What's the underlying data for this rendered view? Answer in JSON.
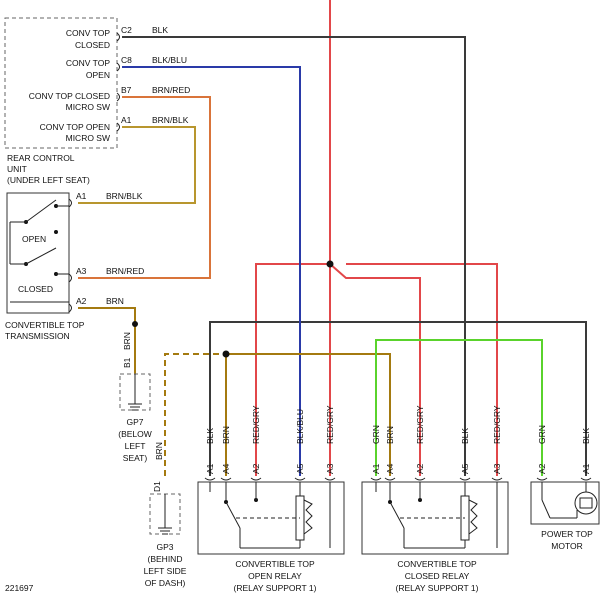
{
  "diagram_id": "221697",
  "colors": {
    "blk": "#3a3a3a",
    "blu": "#2a3aa8",
    "brn_red": "#d9743a",
    "brn_blk": "#b8962e",
    "brn": "#a47a10",
    "red_gry": "#e2474a",
    "grn": "#5ad32c"
  },
  "rear_control_unit": {
    "label_lines": [
      "REAR CONTROL",
      "UNIT",
      "(UNDER LEFT SEAT)"
    ],
    "pins": [
      {
        "name": [
          "CONV TOP",
          "CLOSED"
        ],
        "pin": "C2",
        "wire": "BLK"
      },
      {
        "name": [
          "CONV TOP",
          "OPEN"
        ],
        "pin": "C8",
        "wire": "BLK/BLU"
      },
      {
        "name": [
          "CONV TOP CLOSED",
          "MICRO SW"
        ],
        "pin": "B7",
        "wire": "BRN/RED"
      },
      {
        "name": [
          "CONV TOP OPEN",
          "MICRO SW"
        ],
        "pin": "A1",
        "wire": "BRN/BLK"
      }
    ]
  },
  "transmission": {
    "label_lines": [
      "CONVERTIBLE TOP",
      "TRANSMISSION"
    ],
    "open_label": "OPEN",
    "closed_label": "CLOSED",
    "pins": [
      {
        "pin": "A1",
        "wire": "BRN/BLK"
      },
      {
        "pin": "A3",
        "wire": "BRN/RED"
      },
      {
        "pin": "A2",
        "wire": "BRN"
      }
    ]
  },
  "gp7": {
    "pin": "B1",
    "wire_in": "BRN",
    "wire_out": "BRN",
    "label_lines": [
      "GP7",
      "(BELOW",
      "LEFT",
      "SEAT)"
    ]
  },
  "gp3": {
    "pin": "D1",
    "label_lines": [
      "GP3",
      "(BEHIND",
      "LEFT SIDE",
      "OF DASH)"
    ]
  },
  "open_relay": {
    "label_lines": [
      "CONVERTIBLE TOP",
      "OPEN RELAY",
      "(RELAY SUPPORT 1)"
    ],
    "pins": [
      {
        "pin": "A1",
        "wire": "BLK"
      },
      {
        "pin": "A4",
        "wire": "BRN"
      },
      {
        "pin": "A2",
        "wire": "RED/GRY"
      },
      {
        "pin": "A5",
        "wire": "BLK/BLU"
      },
      {
        "pin": "A3",
        "wire": "RED/GRY"
      }
    ]
  },
  "closed_relay": {
    "label_lines": [
      "CONVERTIBLE TOP",
      "CLOSED RELAY",
      "(RELAY SUPPORT 1)"
    ],
    "pins": [
      {
        "pin": "A1",
        "wire": "GRN"
      },
      {
        "pin": "A4",
        "wire": "BRN"
      },
      {
        "pin": "A2",
        "wire": "RED/GRY"
      },
      {
        "pin": "A5",
        "wire": "BLK"
      },
      {
        "pin": "A3",
        "wire": "RED/GRY"
      }
    ]
  },
  "motor": {
    "label_lines": [
      "POWER TOP",
      "MOTOR"
    ],
    "pins": [
      {
        "pin": "A2",
        "wire": "GRN"
      },
      {
        "pin": "A1",
        "wire": "BLK"
      }
    ]
  }
}
